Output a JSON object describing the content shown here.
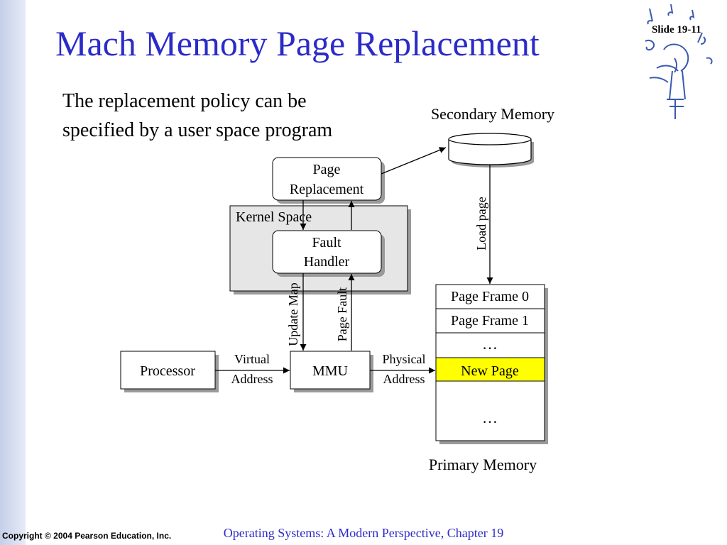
{
  "slide": {
    "title": "Mach Memory Page Replacement",
    "number": "Slide 19-11",
    "lede": "The replacement policy can be specified by a user space program"
  },
  "diagram": {
    "secondary_memory": "Secondary Memory",
    "page_replacement": [
      "Page",
      "Replacement"
    ],
    "kernel_space": "Kernel Space",
    "fault_handler": [
      "Fault",
      "Handler"
    ],
    "processor": "Processor",
    "mmu": "MMU",
    "virtual_address": [
      "Virtual",
      "Address"
    ],
    "physical_address": [
      "Physical",
      "Address"
    ],
    "load_page": "Load page",
    "update_map": "Update Map",
    "page_fault": "Page Fault",
    "page_frame_0": "Page Frame 0",
    "page_frame_1": "Page Frame 1",
    "ellipsis_top": "…",
    "new_page": "New Page",
    "ellipsis_bottom": "…",
    "primary_memory": "Primary Memory",
    "colors": {
      "new_page_fill": "#ffff00",
      "kernel_fill": "#e6e6e6",
      "title": "#2b2bc8"
    }
  },
  "footer": {
    "copyright": "Copyright © 2004 Pearson Education, Inc.",
    "course": "Operating Systems: A Modern Perspective, Chapter 19"
  }
}
